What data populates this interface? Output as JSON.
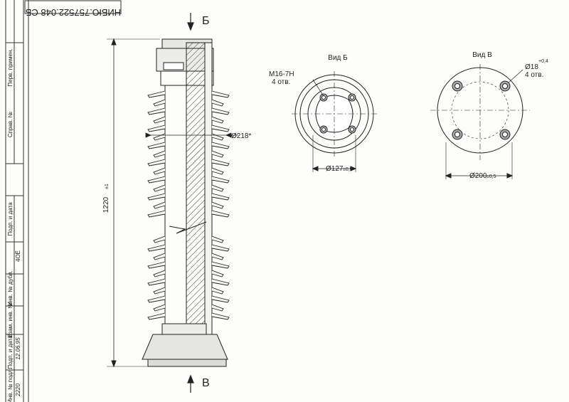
{
  "doc_code": "НИБЮ.757522.048 СБ",
  "stamp": {
    "perv_primen": "Перв. примен.",
    "sprav": "Справ. №",
    "podp_data_top": "Подп. и дата",
    "inv_dubl": "Инв. № дубл.",
    "vzam_inv": "Взам. инв. №",
    "podp_data_bottom": "Подп. и дата",
    "inv_podl": "Инв. № подл.",
    "inv_podl_value": "2220",
    "signature_date": "12.06.95",
    "vzam_value": "4ОЁ"
  },
  "view_arrows": {
    "top": "Б",
    "bottom": "В"
  },
  "main_view": {
    "height_dim": "1220",
    "height_tol": "±1",
    "shed_dim": "Ø218*"
  },
  "view_b": {
    "title": "Вид Б",
    "thread_label": "М16-7Н",
    "holes_label": "4 отв.",
    "dim": "Ø127",
    "tol": "±0,5"
  },
  "view_v": {
    "title": "Вид В",
    "hole_dim": "Ø18",
    "hole_tol": "+0,4",
    "holes_label": "4 отв.",
    "dim": "Ø200",
    "tol": "±0,5"
  }
}
